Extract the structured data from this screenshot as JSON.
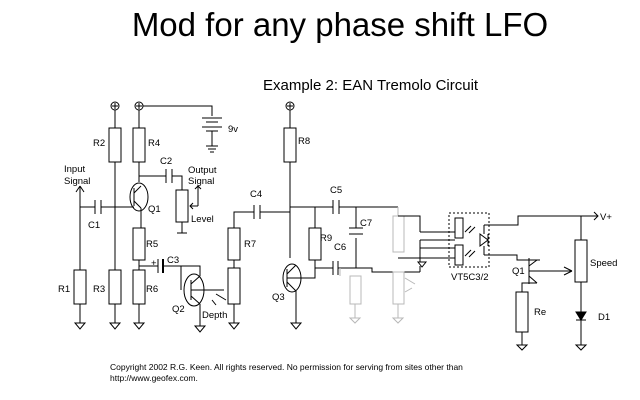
{
  "title": "Mod for any phase shift LFO",
  "subtitle": "Example 2: EAN Tremolo Circuit",
  "copyright": {
    "line1": "Copyright 2002 R.G. Keen. All rights reserved. No permission for serving from sites other than",
    "line2": "http://www.geofex.com."
  },
  "labels": {
    "r1": "R1",
    "r2": "R2",
    "r3": "R3",
    "r4": "R4",
    "r5": "R5",
    "r6": "R6",
    "r7": "R7",
    "r8": "R8",
    "r9": "R9",
    "re": "Re",
    "c1": "C1",
    "c2": "C2",
    "c3": "C3",
    "c4": "C4",
    "c5": "C5",
    "c6": "C6",
    "c7": "C7",
    "q1": "Q1",
    "q2": "Q2",
    "q3": "Q3",
    "q1b": "Q1",
    "d1": "D1",
    "input": "Input",
    "signal": "Signal",
    "output": "Output",
    "output_signal": "Signal",
    "level": "Level",
    "depth": "Depth",
    "speed": "Speed",
    "battery": "9v",
    "vplus": "V+",
    "vactrol": "VT5C3/2",
    "plus": "+",
    "plus_c3": "+"
  }
}
